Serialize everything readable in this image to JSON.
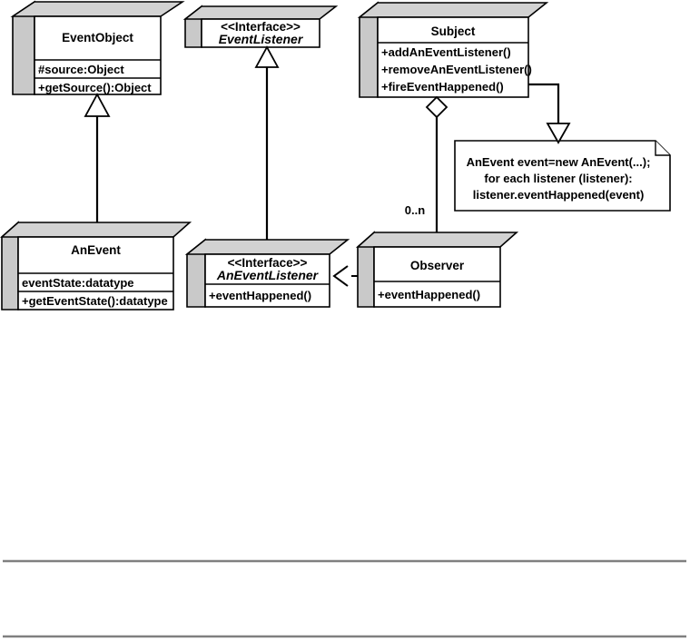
{
  "diagram": {
    "kind": "uml-class-diagram",
    "classes": [
      {
        "id": "eventobject",
        "name": "EventObject",
        "stereotype": "",
        "attributes": [
          "#source:Object"
        ],
        "operations": [
          "+getSource():Object"
        ]
      },
      {
        "id": "eventlistener",
        "name": "EventListener",
        "stereotype": "<<Interface>>",
        "attributes": [],
        "operations": []
      },
      {
        "id": "subject",
        "name": "Subject",
        "stereotype": "",
        "attributes": [],
        "operations": [
          "+addAnEventListener()",
          "+removeAnEventListener()",
          "+fireEventHappened()"
        ]
      },
      {
        "id": "anevent",
        "name": "AnEvent",
        "stereotype": "",
        "attributes": [
          "eventState:datatype"
        ],
        "operations": [
          "+getEventState():datatype"
        ]
      },
      {
        "id": "aneventlistener",
        "name": "AnEventListener",
        "stereotype": "<<Interface>>",
        "attributes": [],
        "operations": [
          "+eventHappened()"
        ]
      },
      {
        "id": "observer",
        "name": "Observer",
        "stereotype": "",
        "attributes": [],
        "operations": [
          "+eventHappened()"
        ]
      }
    ],
    "note": {
      "id": "fire-note",
      "lines": [
        "AnEvent event=new AnEvent(...);",
        "for each listener (listener):",
        "listener.eventHappened(event)"
      ]
    },
    "relationships": [
      {
        "id": "anevent-extends-eventobject",
        "type": "generalization",
        "from": "AnEvent",
        "to": "EventObject",
        "label": ""
      },
      {
        "id": "aneventlistener-extends-eventlistener",
        "type": "generalization",
        "from": "AnEventListener",
        "to": "EventListener",
        "label": ""
      },
      {
        "id": "observer-realizes-aneventlistener",
        "type": "realization",
        "from": "Observer",
        "to": "AnEventListener",
        "label": ""
      },
      {
        "id": "subject-aggregates-observer",
        "type": "aggregation",
        "from": "Subject",
        "to": "Observer",
        "label": "0..n"
      },
      {
        "id": "subject-note-anchor",
        "type": "note-anchor",
        "from": "Subject",
        "to": "fire-note",
        "label": ""
      }
    ],
    "multiplicity_label": "0..n",
    "colors": {
      "box_face": "#ffffff",
      "box_side": "#c9c9c9",
      "box_top": "#d2d2d2",
      "stroke": "#000000",
      "rule": "#808080",
      "background": "#ffffff"
    }
  }
}
